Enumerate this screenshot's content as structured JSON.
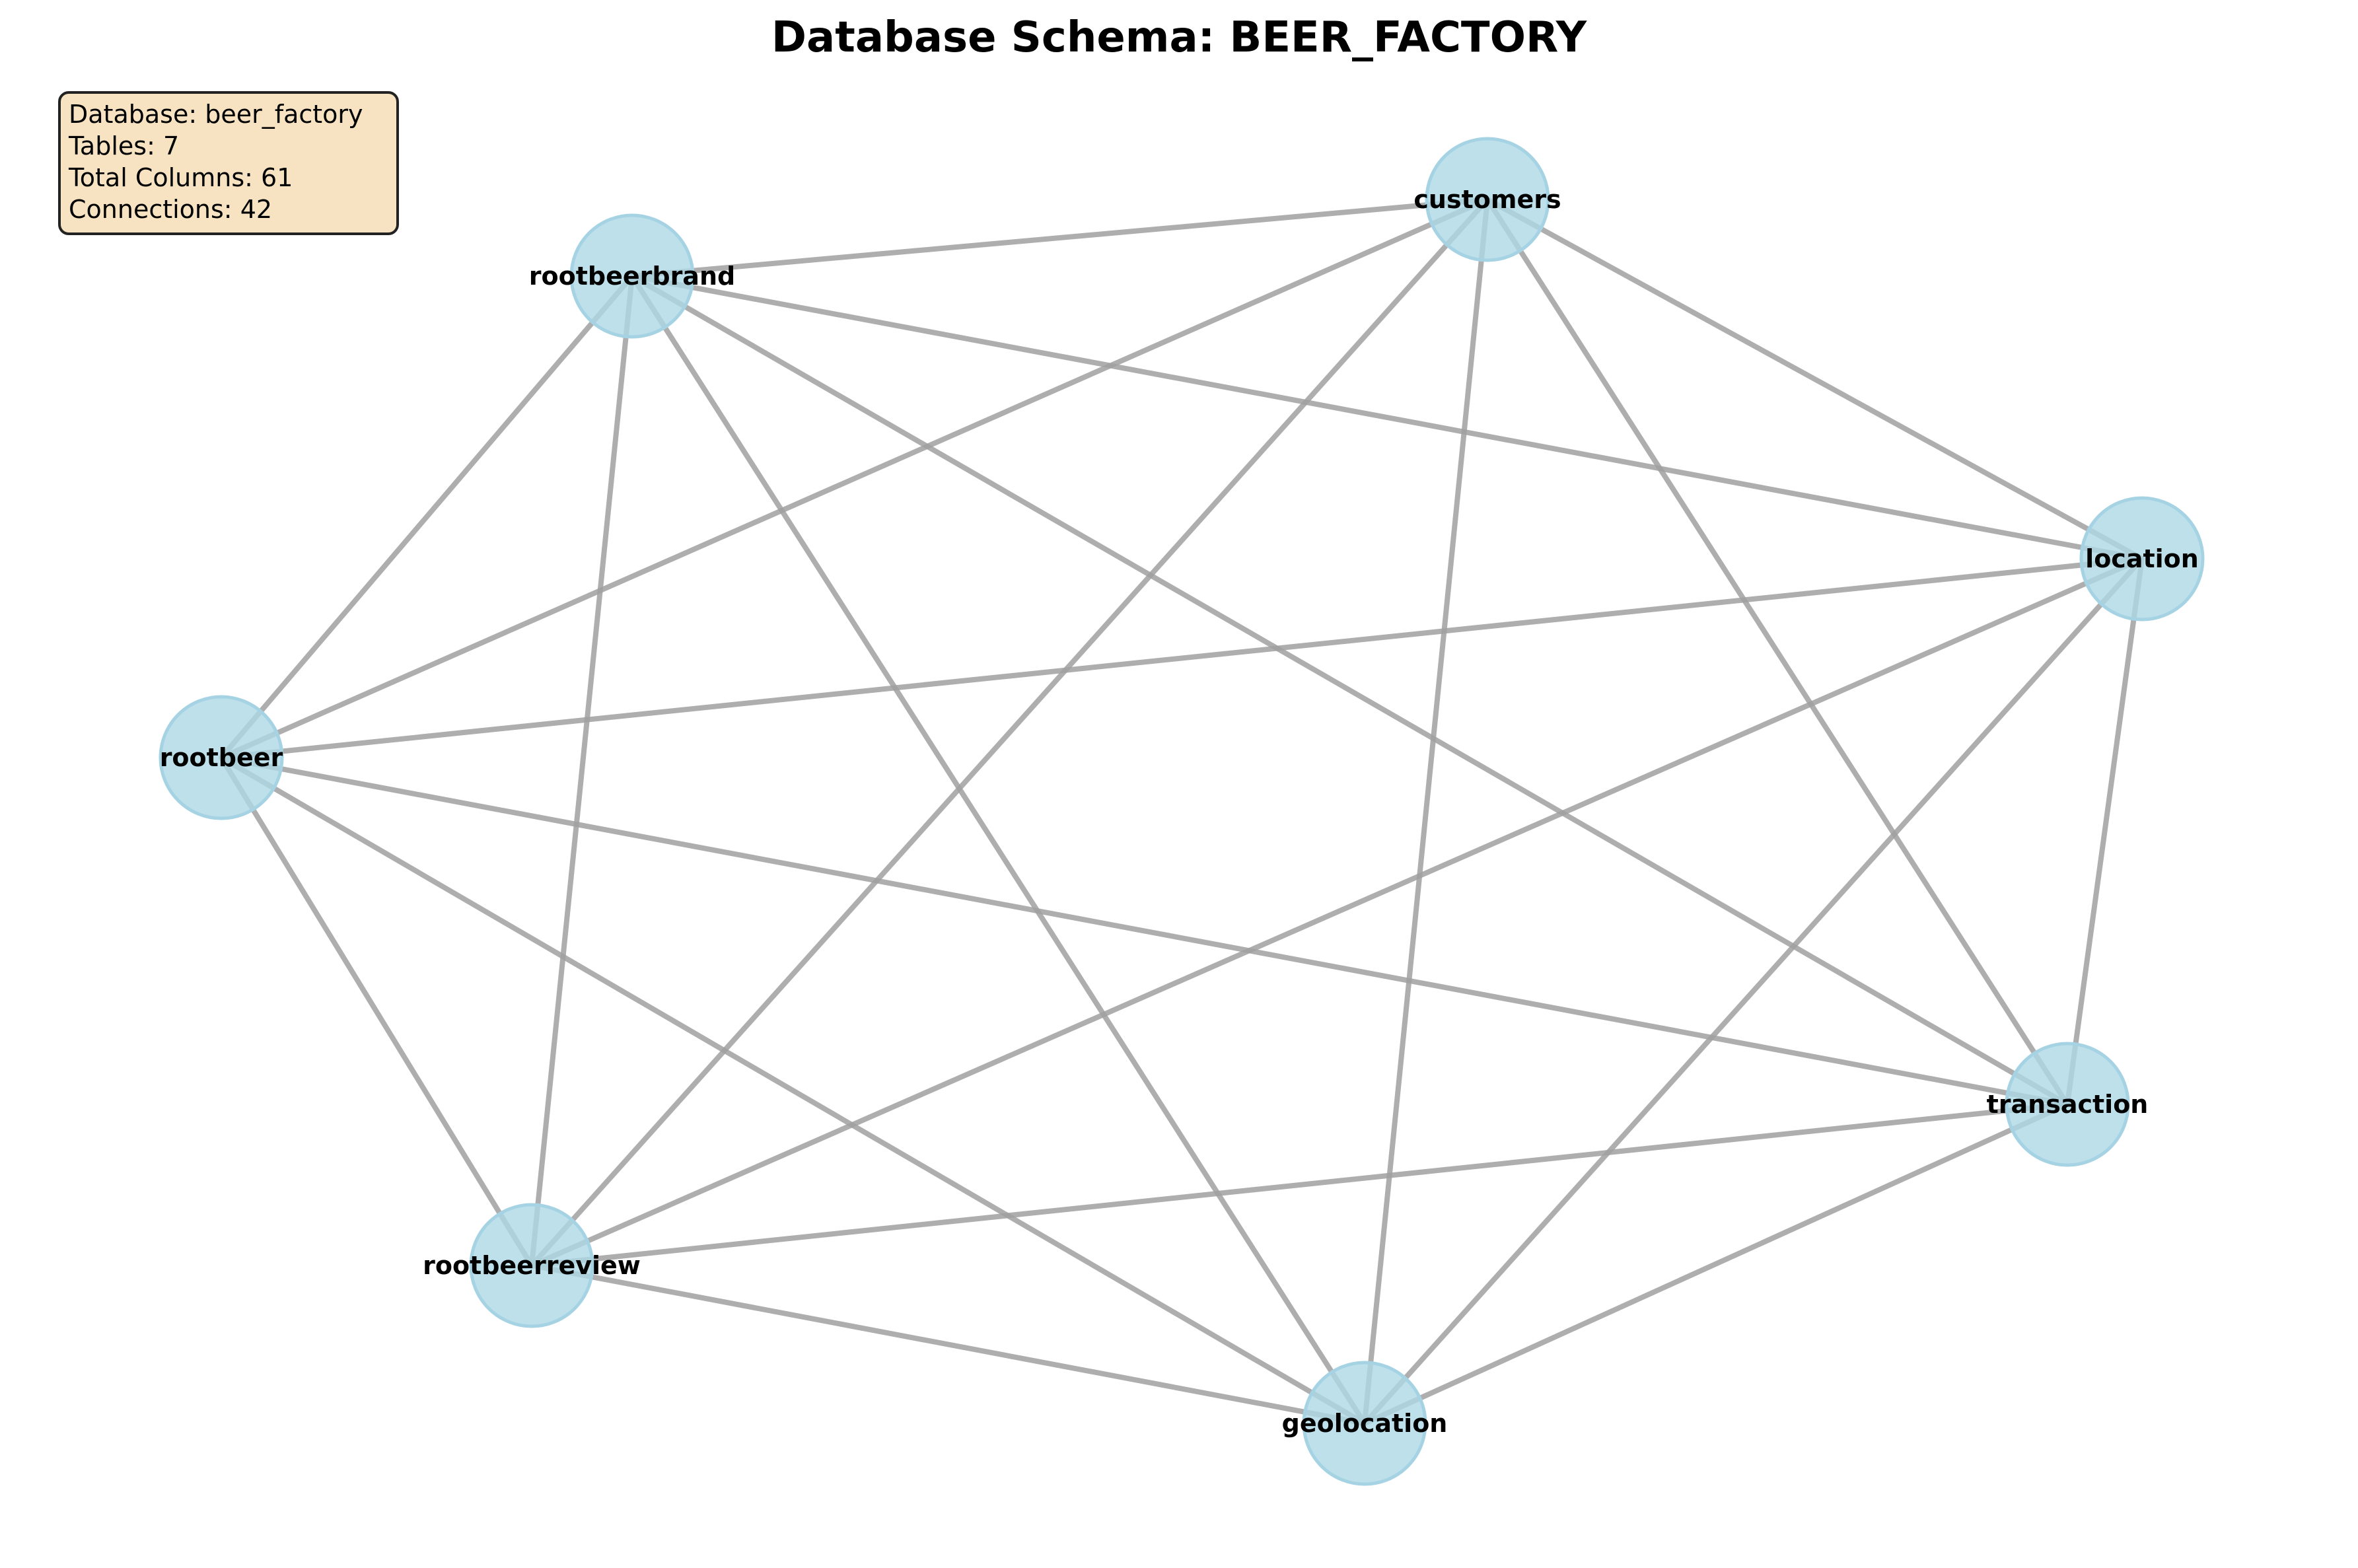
{
  "diagram": {
    "title": "Database Schema: BEER_FACTORY",
    "info": {
      "lines": [
        "Database: beer_factory",
        "Tables: 7",
        "Total Columns: 61",
        "Connections: 42"
      ]
    },
    "colors": {
      "node_fill": "#add8e6",
      "node_stroke": "#a6d3e3",
      "edge": "#a0a0a0",
      "info_background": "#f7e3c1"
    },
    "nodes": [
      {
        "id": "customers",
        "label": "customers"
      },
      {
        "id": "rootbeerbrand",
        "label": "rootbeerbrand"
      },
      {
        "id": "location",
        "label": "location"
      },
      {
        "id": "rootbeer",
        "label": "rootbeer"
      },
      {
        "id": "transaction",
        "label": "transaction"
      },
      {
        "id": "rootbeerreview",
        "label": "rootbeerreview"
      },
      {
        "id": "geolocation",
        "label": "geolocation"
      }
    ],
    "edges": [
      [
        "customers",
        "rootbeerbrand"
      ],
      [
        "customers",
        "location"
      ],
      [
        "customers",
        "rootbeer"
      ],
      [
        "customers",
        "transaction"
      ],
      [
        "customers",
        "rootbeerreview"
      ],
      [
        "customers",
        "geolocation"
      ],
      [
        "rootbeerbrand",
        "location"
      ],
      [
        "rootbeerbrand",
        "rootbeer"
      ],
      [
        "rootbeerbrand",
        "transaction"
      ],
      [
        "rootbeerbrand",
        "rootbeerreview"
      ],
      [
        "rootbeerbrand",
        "geolocation"
      ],
      [
        "location",
        "rootbeer"
      ],
      [
        "location",
        "transaction"
      ],
      [
        "location",
        "rootbeerreview"
      ],
      [
        "location",
        "geolocation"
      ],
      [
        "rootbeer",
        "transaction"
      ],
      [
        "rootbeer",
        "rootbeerreview"
      ],
      [
        "rootbeer",
        "geolocation"
      ],
      [
        "transaction",
        "rootbeerreview"
      ],
      [
        "transaction",
        "geolocation"
      ],
      [
        "rootbeerreview",
        "geolocation"
      ]
    ]
  }
}
